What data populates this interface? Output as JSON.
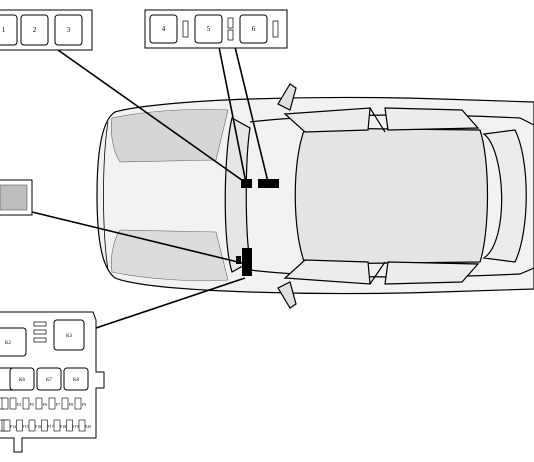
{
  "relay_box_top_left": {
    "relays": [
      "1",
      "2",
      "3"
    ]
  },
  "relay_box_top_right": {
    "relays": [
      "4",
      "5",
      "6"
    ]
  },
  "fuse_box": {
    "relays_top": [
      "K2",
      "K3"
    ],
    "relays_row": [
      "K6",
      "K7",
      "K8"
    ],
    "fuse_row1": [
      "F4",
      "F5",
      "F6",
      "F7",
      "F8",
      "F9"
    ],
    "fuse_row2": [
      "F14",
      "F15",
      "F16",
      "F17",
      "F18",
      "F19",
      "F20"
    ]
  }
}
